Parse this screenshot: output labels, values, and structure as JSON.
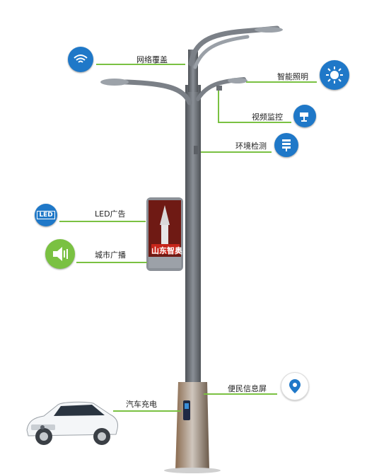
{
  "features": {
    "wifi": {
      "label": "网络覆盖",
      "icon": "wifi-icon",
      "badge_text": "WiFi"
    },
    "lighting": {
      "label": "智能照明",
      "icon": "sun-icon"
    },
    "camera": {
      "label": "视频监控",
      "icon": "camera-icon"
    },
    "environment": {
      "label": "环境检测",
      "icon": "sensor-icon"
    },
    "led_ad": {
      "label": "LED广告",
      "icon": "led-icon",
      "badge_text": "LED"
    },
    "broadcast": {
      "label": "城市广播",
      "icon": "speaker-icon"
    },
    "info_screen": {
      "label": "便民信息屏",
      "icon": "location-pin-icon"
    },
    "ev_charging": {
      "label": "汽车充电",
      "icon": "car-icon"
    }
  },
  "ad_panel": {
    "caption": "山东智奥"
  },
  "colors": {
    "accent": "#7ac142",
    "icon_blue": "#1f78c8",
    "pole": "#6b6f75"
  }
}
